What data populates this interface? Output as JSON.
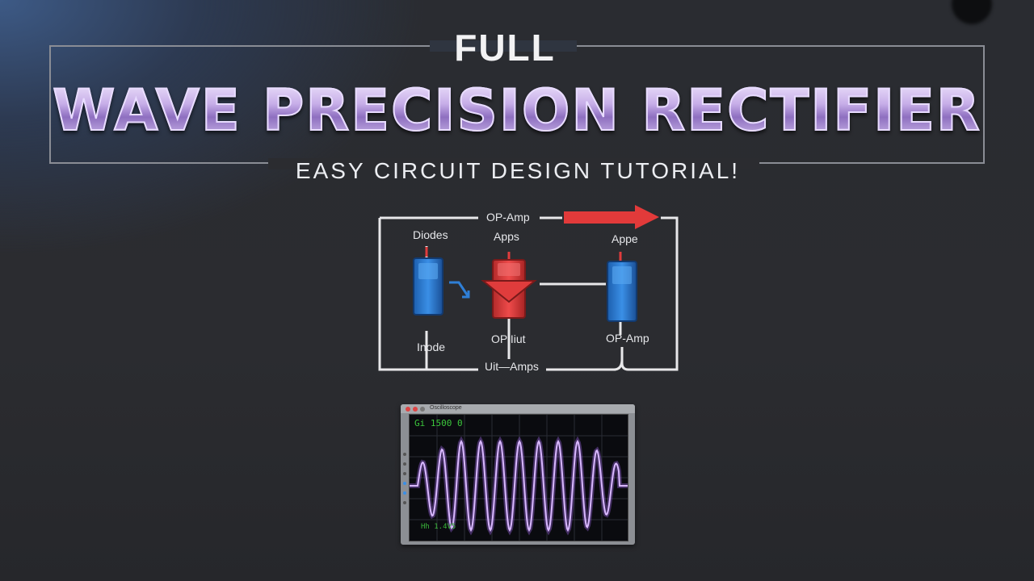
{
  "title": {
    "top_word": "FULL",
    "main": "WAVE PRECISION RECTIFIER",
    "subtitle": "EASY CIRCUIT DESIGN TUTORIAL!"
  },
  "circuit": {
    "labels": {
      "top": "OP-Amp",
      "diodes": "Diodes",
      "apps": "Apps",
      "appe": "Appe",
      "inode": "Inode",
      "op_iiut": "OP Iiut",
      "op_amp_right": "OP-Amp",
      "bottom": "Uit—Amps"
    },
    "colors": {
      "diode_blue": "#2f7fd6",
      "opamp_red": "#e03c3c",
      "wire": "#e8e8ea",
      "arrow_red": "#e23a3a"
    }
  },
  "oscilloscope": {
    "window_title": "Oscilloscope",
    "readout": "Gi 1500 0",
    "bottom_readout": "Hh 1.4V5",
    "trace_color": "#b070ff"
  }
}
